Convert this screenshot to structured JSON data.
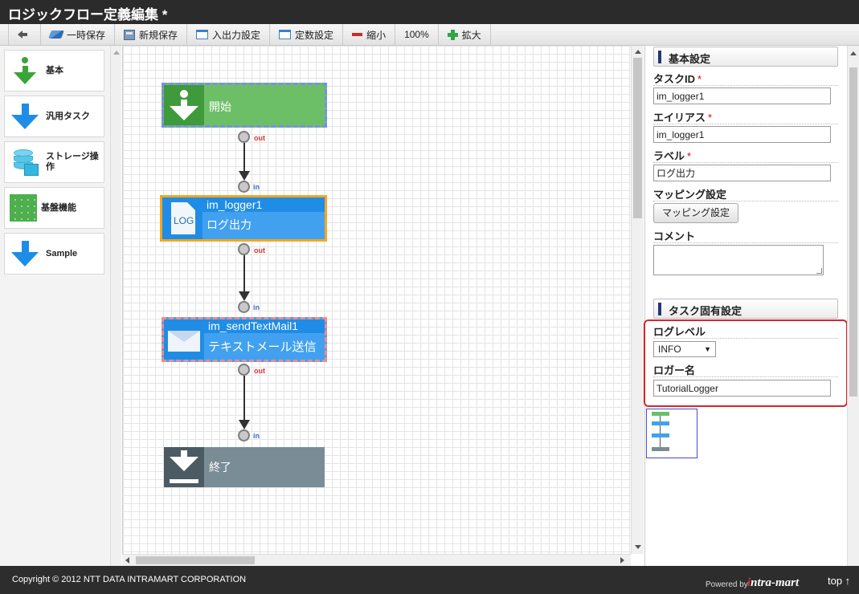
{
  "window": {
    "title": "ロジックフロー定義編集 *"
  },
  "toolbar": {
    "temp_save": "一時保存",
    "new_save": "新規保存",
    "io_settings": "入出力設定",
    "const_settings": "定数設定",
    "zoom_out": "縮小",
    "zoom_level": "100%",
    "zoom_in": "拡大"
  },
  "palette": {
    "items": [
      {
        "label": "基本",
        "icon": "green-arrow-down-icon"
      },
      {
        "label": "汎用タスク",
        "icon": "blue-arrow-down-icon"
      },
      {
        "label": "ストレージ操作",
        "icon": "storage-database-icon"
      },
      {
        "label": "基盤機能",
        "icon": "grid-blocks-icon"
      },
      {
        "label": "Sample",
        "icon": "blue-arrow-down-icon"
      }
    ]
  },
  "flow": {
    "start": {
      "label": "開始"
    },
    "logger": {
      "id": "im_logger1",
      "label": "ログ出力",
      "icon_text": "LOG"
    },
    "mail": {
      "id": "im_sendTextMail1",
      "label": "テキストメール送信"
    },
    "end": {
      "label": "終了"
    },
    "out_label": "out",
    "in_label": "in"
  },
  "props": {
    "basic_header": "基本設定",
    "task_id_label": "タスクID",
    "task_id_value": "im_logger1",
    "alias_label": "エイリアス",
    "alias_value": "im_logger1",
    "label_label": "ラベル",
    "label_value": "ログ出力",
    "mapping_label": "マッピング設定",
    "mapping_button": "マッピング設定",
    "comment_label": "コメント",
    "required_mark": "*",
    "task_header": "タスク固有設定",
    "log_level_label": "ログレベル",
    "log_level_value": "INFO",
    "logger_name_label": "ロガー名",
    "logger_name_value": "TutorialLogger"
  },
  "footer": {
    "copyright": "Copyright © 2012 NTT DATA INTRAMART CORPORATION",
    "powered_by": "Powered by",
    "brand_prefix": "i",
    "brand_name": "ntra-mart",
    "top_link": "top ↑"
  },
  "colors": {
    "start_green": "#6dbf67",
    "start_icon_green": "#3e9a3a",
    "logger_blue": "#41a1f0",
    "task_header_blue": "#1f8ce6",
    "end_gray": "#7a8c96",
    "end_icon_gray": "#4b5a63",
    "selected_border": "#f5a623",
    "highlight_red": "#d3262d"
  }
}
